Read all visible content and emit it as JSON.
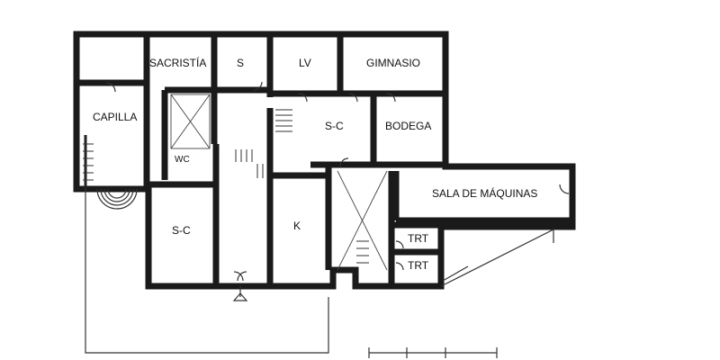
{
  "rooms": {
    "sacristia": "SACRISTÍA",
    "s": "S",
    "lv": "LV",
    "gimnasio": "GIMNASIO",
    "capilla": "CAPILLA",
    "sc_top": "S-C",
    "bodega": "BODEGA",
    "wc": "WC",
    "sala_maquinas": "SALA DE MÁQUINAS",
    "sc_bottom": "S-C",
    "k": "K",
    "trt_top": "TRT",
    "trt_bottom": "TRT"
  }
}
